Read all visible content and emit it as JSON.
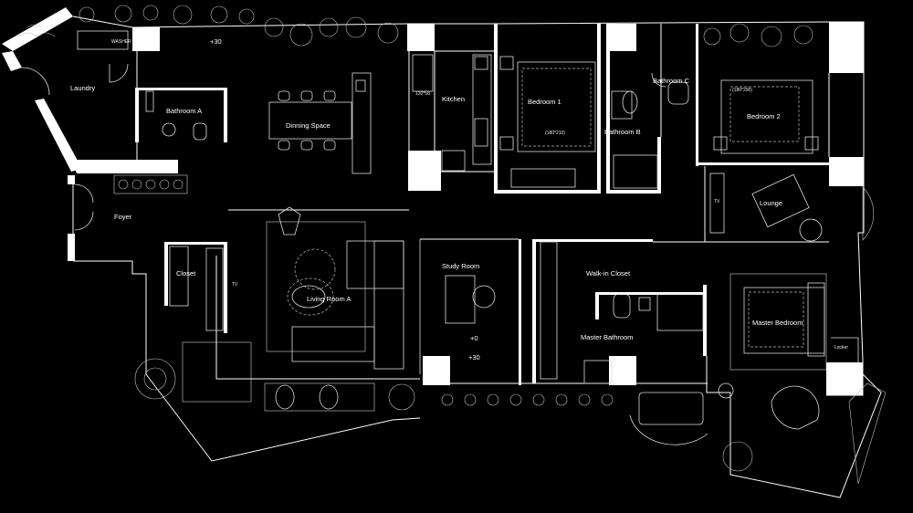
{
  "rooms": {
    "laundry": "Laundry",
    "bathroom_a": "Bathroom A",
    "dining": "Dinning Space",
    "kitchen": "Kitchen",
    "bedroom1": "Bedroom 1",
    "bathroom_b": "Bathroom B",
    "bathroom_c": "Bathroom C",
    "bedroom2": "Bedroom 2",
    "lounge": "Lounge",
    "foyer": "Foyer",
    "closet": "Closet",
    "living": "Living Room A",
    "study": "Study Room",
    "walkin": "Walk-in Closet",
    "master_bath": "Master Bathroom",
    "master_bed": "Master Bedroom"
  },
  "annotations": {
    "level_top": "+30",
    "level_study_zero": "+0",
    "level_study": "+30",
    "washer": "WASHER",
    "bed1_size": "(180*210)",
    "bed2_size": "(180*200)",
    "fridge_size": "120*58",
    "tv_closet": "TV",
    "tv_lounge": "TV",
    "locker": "Locker"
  },
  "colors": {
    "background": "#000000",
    "lines": "#ffffff"
  }
}
